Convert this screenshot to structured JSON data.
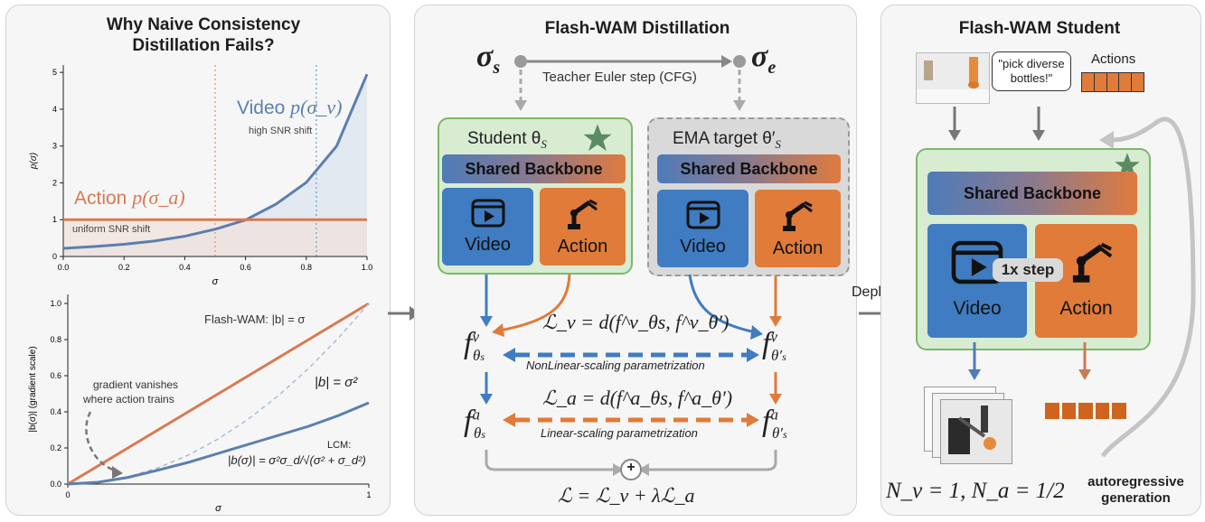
{
  "left_panel": {
    "title": "Why Naive Consistency\nDistillation Fails?",
    "top_chart": {
      "ylabel": "p(σ)",
      "xlabel": "σ",
      "x_ticks": [
        "0.0",
        "0.2",
        "0.4",
        "0.6",
        "0.8",
        "1.0"
      ],
      "y_ticks": [
        "0",
        "1",
        "2",
        "3",
        "4",
        "5"
      ],
      "video_label_prefix": "Video",
      "video_label_math": "p(σ_v)",
      "video_note": "high SNR shift",
      "action_label_prefix": "Action",
      "action_label_math": "p(σ_a)",
      "action_note": "uniform SNR shift"
    },
    "bottom_chart": {
      "ylabel": "|b(σ)| (gradient scale)",
      "xlabel": "σ",
      "x_ticks": [
        "0",
        "1"
      ],
      "y_ticks": [
        "0.0",
        "0.2",
        "0.4",
        "0.6",
        "0.8",
        "1.0"
      ],
      "flash_label": "Flash-WAM: |b| = σ",
      "sq_label": "|b| = σ²",
      "lcm_label": "LCM:",
      "lcm_formula": "|b(σ)| = σ²σ_d/√(σ² + σ_d²)",
      "vanish_note_1": "gradient vanishes",
      "vanish_note_2": "where action trains"
    }
  },
  "chart_data": [
    {
      "type": "line",
      "title": "",
      "xlabel": "σ",
      "ylabel": "p(σ)",
      "xlim": [
        0,
        1
      ],
      "ylim": [
        0,
        5.2
      ],
      "grid": false,
      "series": [
        {
          "name": "Video p(σ_v)",
          "color": "#5b7fae",
          "x": [
            0,
            0.1,
            0.2,
            0.3,
            0.4,
            0.5,
            0.6,
            0.7,
            0.8,
            0.9,
            1.0
          ],
          "y": [
            0.22,
            0.27,
            0.33,
            0.42,
            0.55,
            0.74,
            0.99,
            1.42,
            2.01,
            3.0,
            4.95
          ]
        },
        {
          "name": "Action p(σ_a)",
          "color": "#d97a52",
          "x": [
            0,
            1
          ],
          "y": [
            1.0,
            1.0
          ]
        }
      ],
      "vlines": [
        0.5,
        0.833
      ]
    },
    {
      "type": "line",
      "title": "",
      "xlabel": "σ",
      "ylabel": "|b(σ)| (gradient scale)",
      "xlim": [
        0,
        1
      ],
      "ylim": [
        0,
        1.05
      ],
      "grid": false,
      "series": [
        {
          "name": "Flash-WAM: |b| = σ",
          "color": "#d97a52",
          "x": [
            0,
            1
          ],
          "y": [
            0,
            1
          ]
        },
        {
          "name": "|b| = σ²",
          "color": "#a9bcd8",
          "dashed": true,
          "x": [
            0,
            0.1,
            0.2,
            0.3,
            0.4,
            0.5,
            0.6,
            0.7,
            0.8,
            0.9,
            1.0
          ],
          "y": [
            0,
            0.01,
            0.04,
            0.09,
            0.16,
            0.25,
            0.36,
            0.49,
            0.64,
            0.81,
            1.0
          ]
        },
        {
          "name": "LCM",
          "color": "#5b7fae",
          "x": [
            0,
            0.1,
            0.2,
            0.3,
            0.4,
            0.5,
            0.6,
            0.7,
            0.8,
            0.9,
            1.0
          ],
          "y": [
            0,
            0.01,
            0.037,
            0.077,
            0.12,
            0.17,
            0.22,
            0.27,
            0.32,
            0.38,
            0.45
          ]
        }
      ]
    }
  ],
  "middle_panel": {
    "title": "Flash-WAM Distillation",
    "sigma_s": "σ",
    "sigma_s_sub": "s",
    "sigma_e": "σ",
    "sigma_e_sub": "e",
    "teacher_step": "Teacher Euler step (CFG)",
    "student_title": "Student θ",
    "student_sub": "S",
    "ema_title": "EMA target θ′",
    "ema_sub": "S",
    "backbone": "Shared Backbone",
    "video": "Video",
    "action": "Action",
    "loss_v": "ℒ_v = d(f^v_θs, f^v_θ′)",
    "nonlinear_note": "NonLinear-scaling parametrization",
    "loss_a": "ℒ_a = d(f^a_θs, f^a_θ′)",
    "linear_note": "Linear-scaling parametrization",
    "total_loss": "ℒ = ℒ_v + λℒ_a",
    "f_v_s": "f",
    "plus": "+"
  },
  "deploy_label": "Deploy",
  "right_panel": {
    "title": "Flash-WAM Student",
    "speech": "\"pick diverse bottles!\"",
    "actions_label": "Actions",
    "backbone": "Shared Backbone",
    "video": "Video",
    "action": "Action",
    "step_badge": "1x step",
    "counts": "N_v = 1, N_a = 1/2",
    "autoregressive_1": "autoregressive",
    "autoregressive_2": "generation"
  },
  "colors": {
    "video_blue": "#3f7cc1",
    "action_orange": "#e07b39",
    "green_border": "#7cb86a",
    "green_fill": "#d8ecd2",
    "star_green": "#5b8a64"
  }
}
